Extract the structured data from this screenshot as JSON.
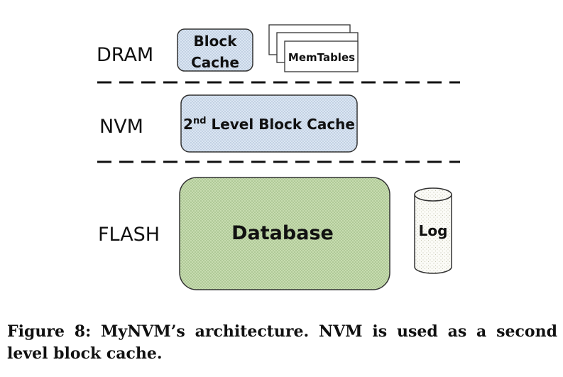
{
  "tiers": {
    "dram": "DRAM",
    "nvm": "NVM",
    "flash": "FLASH"
  },
  "boxes": {
    "block_cache_line1": "Block",
    "block_cache_line2": "Cache",
    "memtables": "MemTables",
    "second_level_prefix": "2",
    "second_level_sup": "nd",
    "second_level_rest": " Level Block Cache",
    "database": "Database",
    "log": "Log"
  },
  "caption": "Figure 8: MyNVM’s architecture. NVM is used as a second level block cache."
}
